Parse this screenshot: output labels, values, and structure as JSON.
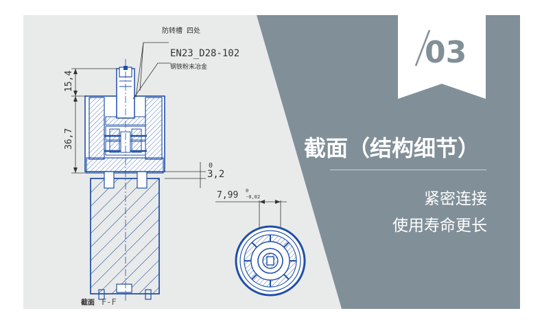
{
  "colors": {
    "slate": "#818f98",
    "panel": "#e9eaea",
    "drawing_blue": "#1f4fa6",
    "ink": "#333333",
    "white": "#ffffff"
  },
  "drawing": {
    "label_groove": "防转槽 四处",
    "label_code": "EN23_D28-102",
    "label_material": "钢铁粉末冶金",
    "dim_top": "15,4",
    "dim_height": "36,7",
    "tol_upper": "0",
    "tol_value": "3,2",
    "dim_width": "7,99",
    "dim_width_tol_upper": "0",
    "dim_width_tol_lower": "-0,02",
    "section_cn": "截面",
    "section_label": "F-F"
  },
  "badge": {
    "number": "03"
  },
  "headline": "截面（结构细节）",
  "subtitle_line1": "紧密连接",
  "subtitle_line2": "使用寿命更长"
}
